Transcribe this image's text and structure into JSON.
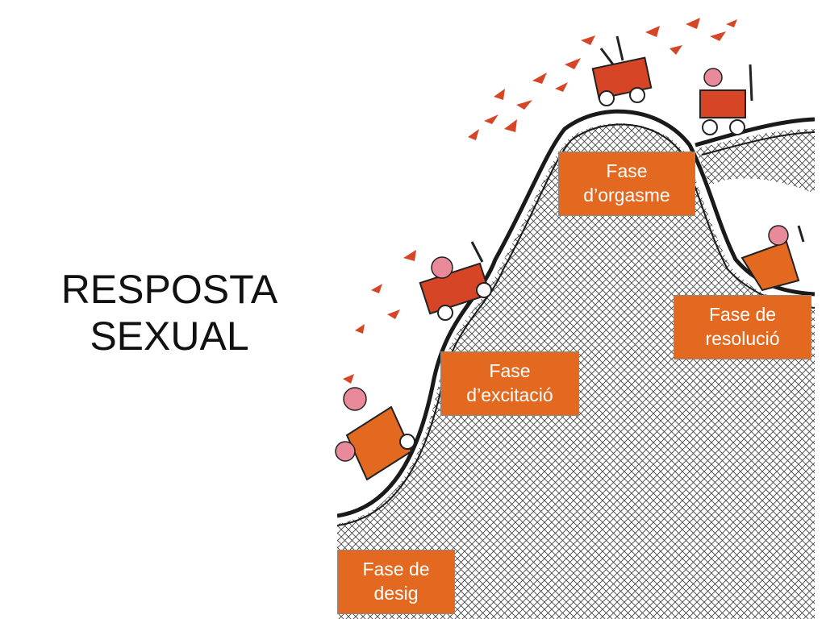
{
  "title": {
    "line1": "RESPOSTA",
    "line2": "SEXUAL"
  },
  "colors": {
    "box_fill": "#e2691f",
    "box_text": "#ffffff",
    "cart_red": "#d64525",
    "skin_pink": "#e98a9a",
    "track": "#1a1a1a",
    "lattice": "#444444"
  },
  "phases": {
    "orgasme": {
      "line1": "Fase",
      "line2": "d’orgasme"
    },
    "resolucio": {
      "line1": "Fase de",
      "line2": "resolució"
    },
    "excitacio": {
      "line1": "Fase",
      "line2": "d’excitació"
    },
    "desig": {
      "line1": "Fase de",
      "line2": "desig"
    }
  }
}
